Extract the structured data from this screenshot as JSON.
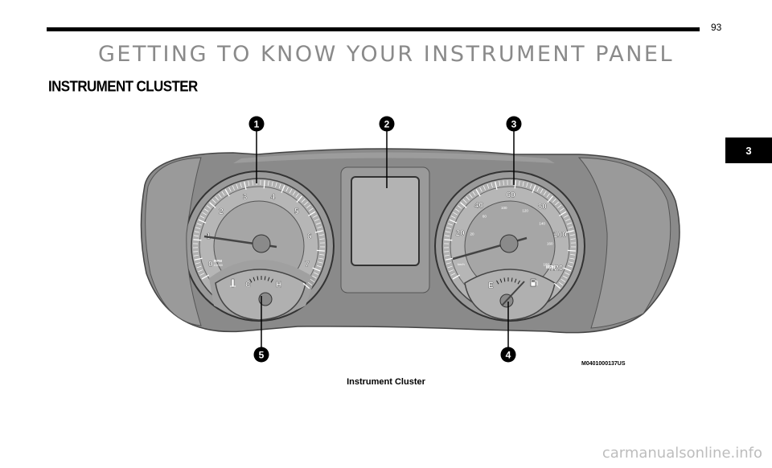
{
  "page": {
    "number": "93",
    "title": "GETTING TO KNOW YOUR INSTRUMENT PANEL",
    "section_title": "INSTRUMENT CLUSTER",
    "chapter_tab": "3",
    "watermark": "carmanualsonline.info"
  },
  "figure": {
    "caption": "Instrument Cluster",
    "code": "M0401000137US",
    "callouts": [
      "1",
      "2",
      "3",
      "4",
      "5"
    ],
    "tachometer": {
      "numbers": [
        "0",
        "1",
        "2",
        "3",
        "4",
        "5",
        "6",
        "7"
      ],
      "unit_line1": "RPM",
      "unit_line2": "x1000",
      "temp_cold": "C",
      "temp_hot": "H",
      "temp_icon": "coolant-temperature-icon"
    },
    "speedometer": {
      "major": [
        "20",
        "40",
        "60",
        "80",
        "100",
        "120"
      ],
      "minor": [
        "20",
        "60",
        "100",
        "120",
        "140",
        "160",
        "180"
      ],
      "unit_mph": "MPH",
      "unit_kmh": "km/h",
      "fuel_empty": "E",
      "fuel_icon": "fuel-pump-icon"
    },
    "colors": {
      "gauge_face": "#ababab",
      "bezel": "#8d8d8d",
      "housing": "#7c7c7c",
      "callout": "#000000"
    }
  }
}
